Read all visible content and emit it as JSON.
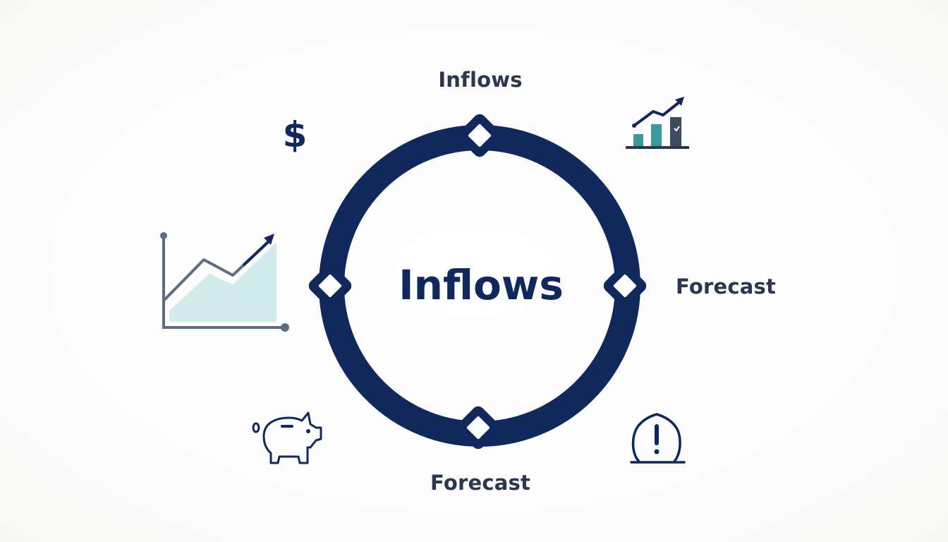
{
  "diagram": {
    "type": "cycle",
    "center_label": "Inflows",
    "ring_color": "#10285c",
    "node_labels": {
      "top": "Inflows",
      "right": "Forecast",
      "bottom": "Forecast"
    },
    "nodes": [
      {
        "position": "top",
        "shape": "diamond"
      },
      {
        "position": "right",
        "shape": "diamond"
      },
      {
        "position": "bottom",
        "shape": "diamond"
      },
      {
        "position": "left",
        "shape": "diamond"
      }
    ],
    "icons": [
      {
        "name": "dollar-sign-icon",
        "position": "top-left"
      },
      {
        "name": "bar-chart-trend-icon",
        "position": "top-right"
      },
      {
        "name": "area-chart-growth-icon",
        "position": "left"
      },
      {
        "name": "piggy-bank-icon",
        "position": "bottom-left"
      },
      {
        "name": "alert-warning-icon",
        "position": "bottom-right"
      }
    ],
    "colors": {
      "navy": "#10285c",
      "slate": "#2c3650",
      "axis_gray": "#5f6b80",
      "teal": "#3a9a9a",
      "area_fill": "#d2ecec",
      "bar_dark": "#3c4a60"
    }
  }
}
